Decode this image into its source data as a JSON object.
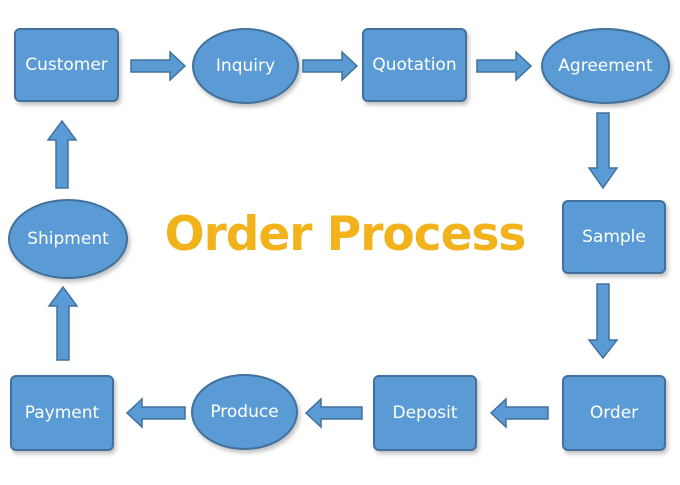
{
  "title": "Order Process",
  "steps": [
    {
      "label": "Customer",
      "shape": "rectangle"
    },
    {
      "label": "Inquiry",
      "shape": "ellipse"
    },
    {
      "label": "Quotation",
      "shape": "rectangle"
    },
    {
      "label": "Agreement",
      "shape": "ellipse"
    },
    {
      "label": "Sample",
      "shape": "rectangle"
    },
    {
      "label": "Order",
      "shape": "rectangle"
    },
    {
      "label": "Deposit",
      "shape": "rectangle"
    },
    {
      "label": "Produce",
      "shape": "ellipse"
    },
    {
      "label": "Payment",
      "shape": "rectangle"
    },
    {
      "label": "Shipment",
      "shape": "ellipse"
    }
  ],
  "colors": {
    "node_fill": "#5b9bd5",
    "node_border": "#41719c",
    "node_text": "#ffffff",
    "title": "#f2b21c"
  }
}
